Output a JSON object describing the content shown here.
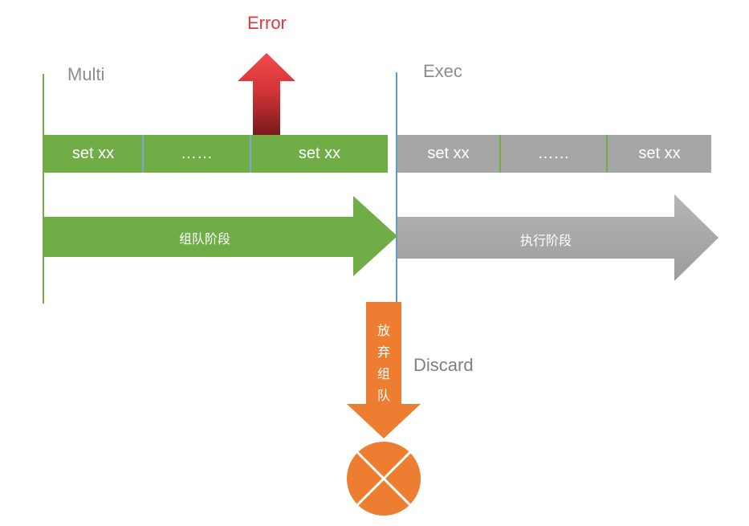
{
  "labels": {
    "multi": "Multi",
    "exec": "Exec",
    "error": "Error",
    "discard": "Discard"
  },
  "queue_bar": {
    "cells": [
      "set xx",
      "……",
      "set xx"
    ]
  },
  "exec_bar": {
    "cells": [
      "set xx",
      "……",
      "set xx"
    ]
  },
  "arrows": {
    "queue_phase": "组队阶段",
    "exec_phase": "执行阶段",
    "discard_chars": [
      "放",
      "弃",
      "组",
      "队"
    ]
  },
  "colors": {
    "green": "#70ad47",
    "gray": "#a6a6a6",
    "orange": "#ed7d31",
    "error_red": "#e0393b",
    "line_blue": "#5b9bd5"
  }
}
